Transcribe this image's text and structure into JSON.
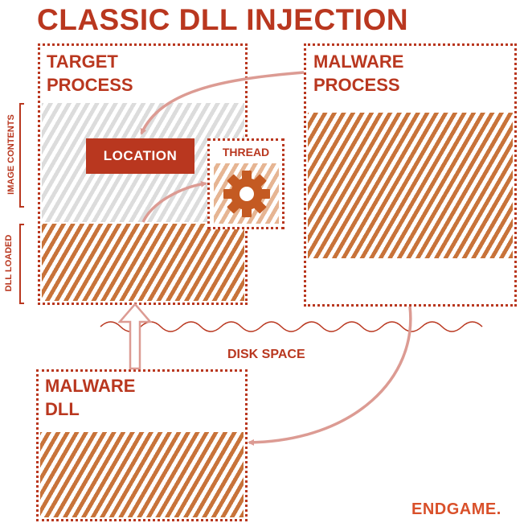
{
  "title": "CLASSIC DLL INJECTION",
  "target_process": {
    "line1": "TARGET",
    "line2": "PROCESS"
  },
  "malware_process": {
    "line1": "MALWARE",
    "line2": "PROCESS"
  },
  "malware_dll": {
    "line1": "MALWARE",
    "line2": "DLL"
  },
  "location_label": "LOCATION",
  "thread_label": "THREAD",
  "side_labels": {
    "image_contents": "IMAGE CONTENTS",
    "dll_loaded": "DLL LOADED"
  },
  "disk_space_label": "DISK SPACE",
  "logo": "ENDGAME.",
  "colors": {
    "accent": "#b9371f",
    "hatch_orange": "#c8733a",
    "hatch_gray": "#dcdcdc",
    "arrow_pink": "#dc9b93"
  },
  "icons": {
    "thread": "gear-icon"
  }
}
